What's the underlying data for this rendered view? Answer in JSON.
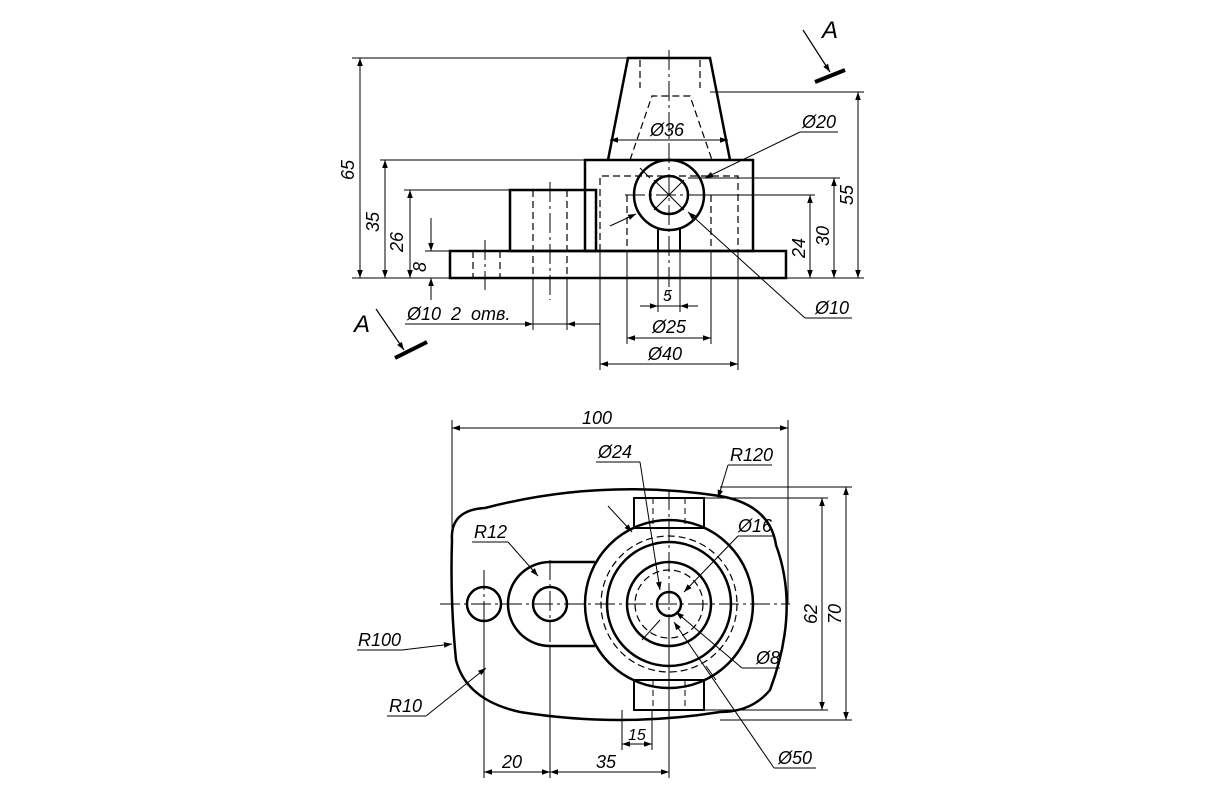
{
  "section_labels": {
    "top_right": "A",
    "bottom_left": "A"
  },
  "front_view_dims": {
    "overall_height": "65",
    "base_top_height": "35",
    "boss_height": "26",
    "base_thickness": "8",
    "cone_top_diameter": "Ø36",
    "bore_diameter": "Ø20",
    "small_bore_diameter": "Ø10",
    "right_height_55": "55",
    "right_height_30": "30",
    "right_height_24": "24",
    "slot_width": "5",
    "diameter_25": "Ø25",
    "diameter_40": "Ø40",
    "holes_note": "Ø10  2  отв."
  },
  "top_view_dims": {
    "overall_width": "100",
    "diameter_24": "Ø24",
    "radius_120": "R120",
    "diameter_16": "Ø16",
    "radius_12": "R12",
    "height_62": "62",
    "height_70": "70",
    "radius_100": "R100",
    "diameter_8": "Ø8",
    "radius_10": "R10",
    "width_15": "15",
    "diameter_50": "Ø50",
    "distance_20": "20",
    "distance_35": "35"
  }
}
